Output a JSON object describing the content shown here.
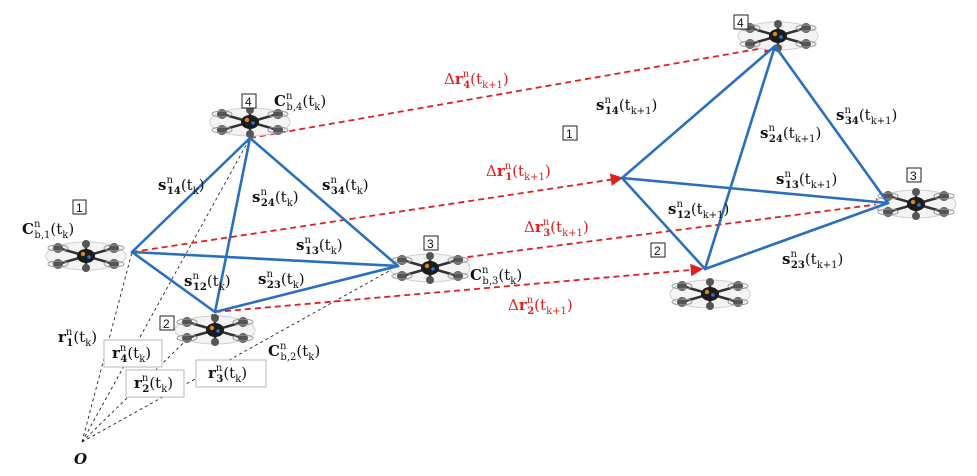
{
  "ids": {
    "one": "1",
    "two": "2",
    "three": "3",
    "four": "4"
  },
  "origin": "O",
  "glyphs": {
    "bold_s": "s",
    "bold_r": "r",
    "bold_C": "C",
    "delta": "Δ",
    "n": "n",
    "b": "b",
    "tk": "(t",
    "k": "k",
    "kp1": "k+1",
    "close": ")",
    "comma": ","
  },
  "subscripts": {
    "s14": "14",
    "s24": "24",
    "s34": "34",
    "s12": "12",
    "s13": "13",
    "s23": "23",
    "r1": "1",
    "r2": "2",
    "r3": "3",
    "r4": "4",
    "c1": "1",
    "c2": "2",
    "c3": "3",
    "c4": "4"
  },
  "colors": {
    "edge": "#2a6fbe",
    "motion": "#e02020",
    "text": "#111111",
    "dashed_ref": "#222222"
  }
}
